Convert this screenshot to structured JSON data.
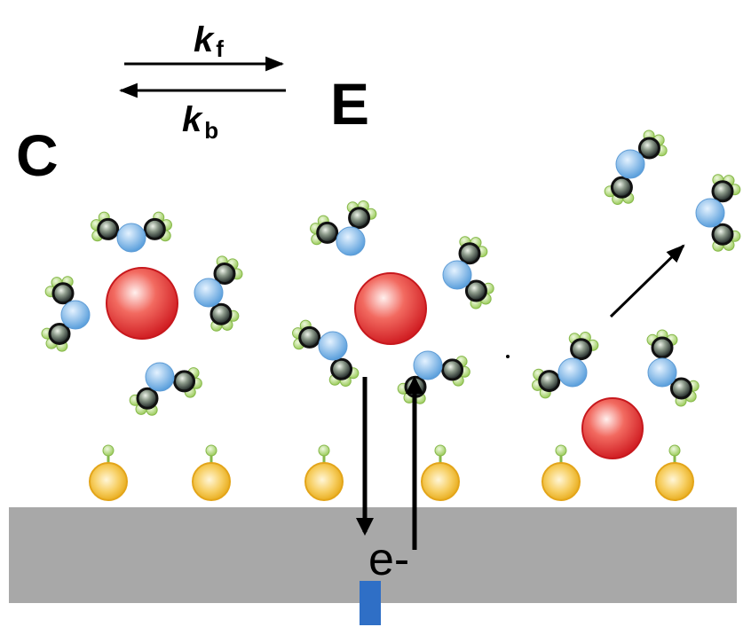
{
  "labels": {
    "state_c": "C",
    "state_e": "E",
    "rate_forward": "k",
    "rate_forward_sub": "f",
    "rate_backward": "k",
    "rate_backward_sub": "b",
    "electron": "e-"
  },
  "colors": {
    "electrode": "#a8a8a8",
    "metal_ion": "#e0262a",
    "ligand_center": "#6faee6",
    "ligand_atom": "#1f2a2a",
    "hydrogen": "#a9d46a",
    "surface_site": "#f2b21b",
    "contact": "#2f6fc6"
  },
  "icons": {
    "equilibrium": "equilibrium-arrows-icon",
    "electron_transfer": "electron-transfer-arrows-icon",
    "release": "ligand-release-arrow-icon"
  }
}
